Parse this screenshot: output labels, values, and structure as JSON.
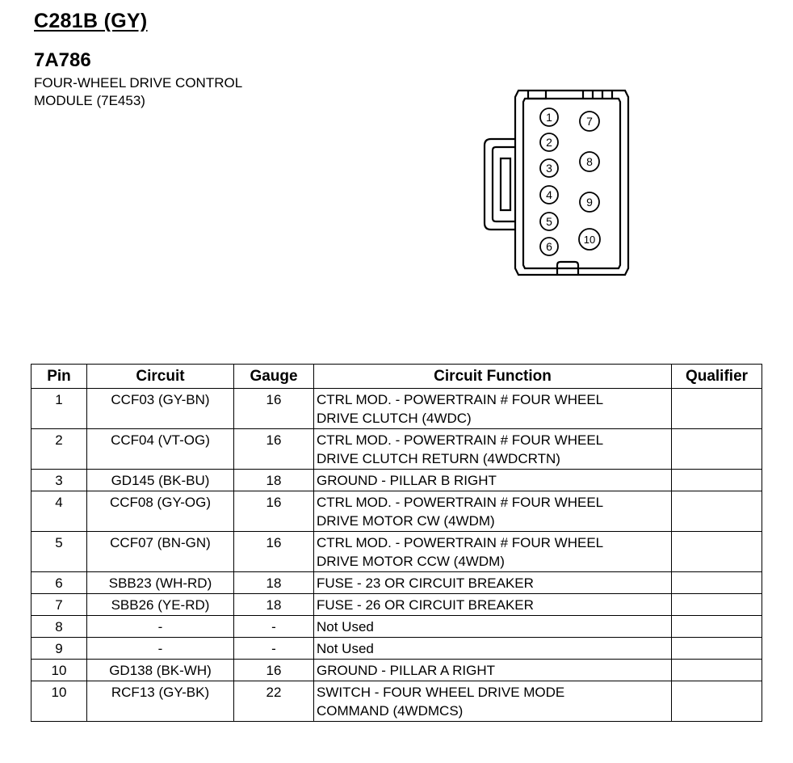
{
  "connector": {
    "id": "C281B (GY)",
    "part_number": "7A786",
    "description_lines": [
      "FOUR-WHEEL DRIVE CONTROL",
      "MODULE (7E453)"
    ],
    "pin_labels": [
      "1",
      "2",
      "3",
      "4",
      "5",
      "6",
      "7",
      "8",
      "9",
      "10"
    ]
  },
  "table": {
    "headers": {
      "pin": "Pin",
      "circuit": "Circuit",
      "gauge": "Gauge",
      "function": "Circuit Function",
      "qualifier": "Qualifier"
    },
    "rows": [
      {
        "pin": "1",
        "circuit": "CCF03 (GY-BN)",
        "gauge": "16",
        "function": [
          "CTRL MOD. - POWERTRAIN # FOUR WHEEL",
          "DRIVE CLUTCH (4WDC)"
        ],
        "qualifier": ""
      },
      {
        "pin": "2",
        "circuit": "CCF04 (VT-OG)",
        "gauge": "16",
        "function": [
          "CTRL MOD. - POWERTRAIN # FOUR WHEEL",
          "DRIVE CLUTCH RETURN (4WDCRTN)"
        ],
        "qualifier": ""
      },
      {
        "pin": "3",
        "circuit": "GD145 (BK-BU)",
        "gauge": "18",
        "function": [
          "GROUND - PILLAR B RIGHT"
        ],
        "qualifier": ""
      },
      {
        "pin": "4",
        "circuit": "CCF08 (GY-OG)",
        "gauge": "16",
        "function": [
          "CTRL MOD. - POWERTRAIN # FOUR WHEEL",
          "DRIVE MOTOR CW (4WDM)"
        ],
        "qualifier": ""
      },
      {
        "pin": "5",
        "circuit": "CCF07 (BN-GN)",
        "gauge": "16",
        "function": [
          "CTRL MOD. - POWERTRAIN # FOUR WHEEL",
          "DRIVE MOTOR CCW (4WDM)"
        ],
        "qualifier": ""
      },
      {
        "pin": "6",
        "circuit": "SBB23 (WH-RD)",
        "gauge": "18",
        "function": [
          "FUSE - 23 OR CIRCUIT BREAKER"
        ],
        "qualifier": ""
      },
      {
        "pin": "7",
        "circuit": "SBB26 (YE-RD)",
        "gauge": "18",
        "function": [
          "FUSE - 26 OR CIRCUIT BREAKER"
        ],
        "qualifier": ""
      },
      {
        "pin": "8",
        "circuit": "-",
        "gauge": "-",
        "function": [
          "Not Used"
        ],
        "qualifier": ""
      },
      {
        "pin": "9",
        "circuit": "-",
        "gauge": "-",
        "function": [
          "Not Used"
        ],
        "qualifier": ""
      },
      {
        "pin": "10",
        "circuit": "GD138 (BK-WH)",
        "gauge": "16",
        "function": [
          "GROUND - PILLAR A RIGHT"
        ],
        "qualifier": ""
      },
      {
        "pin": "10",
        "circuit": "RCF13 (GY-BK)",
        "gauge": "22",
        "function": [
          "SWITCH - FOUR WHEEL DRIVE MODE",
          "COMMAND (4WDMCS)"
        ],
        "qualifier": ""
      }
    ]
  }
}
